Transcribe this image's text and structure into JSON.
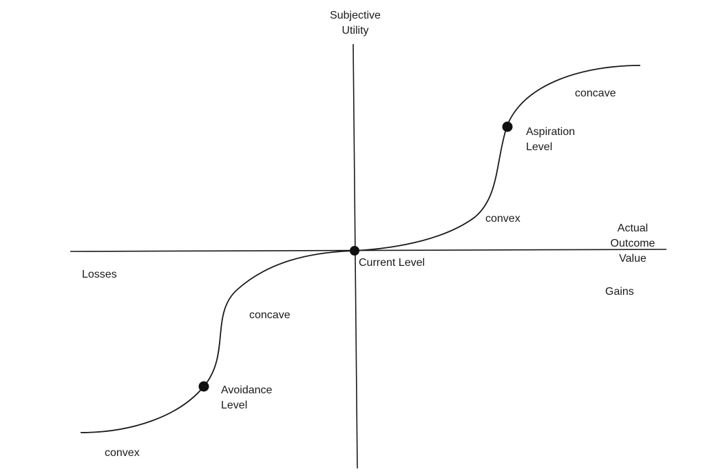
{
  "axes": {
    "y_title_line1": "Subjective",
    "y_title_line2": "Utility",
    "x_title_line1": "Actual",
    "x_title_line2": "Outcome",
    "x_title_line3": "Value"
  },
  "regions": {
    "losses": "Losses",
    "gains": "Gains"
  },
  "points": {
    "current": "Current Level",
    "aspiration_line1": "Aspiration",
    "aspiration_line2": "Level",
    "avoidance_line1": "Avoidance",
    "avoidance_line2": "Level"
  },
  "segments": {
    "upper_concave": "concave",
    "upper_convex": "convex",
    "lower_concave": "concave",
    "lower_convex": "convex"
  }
}
